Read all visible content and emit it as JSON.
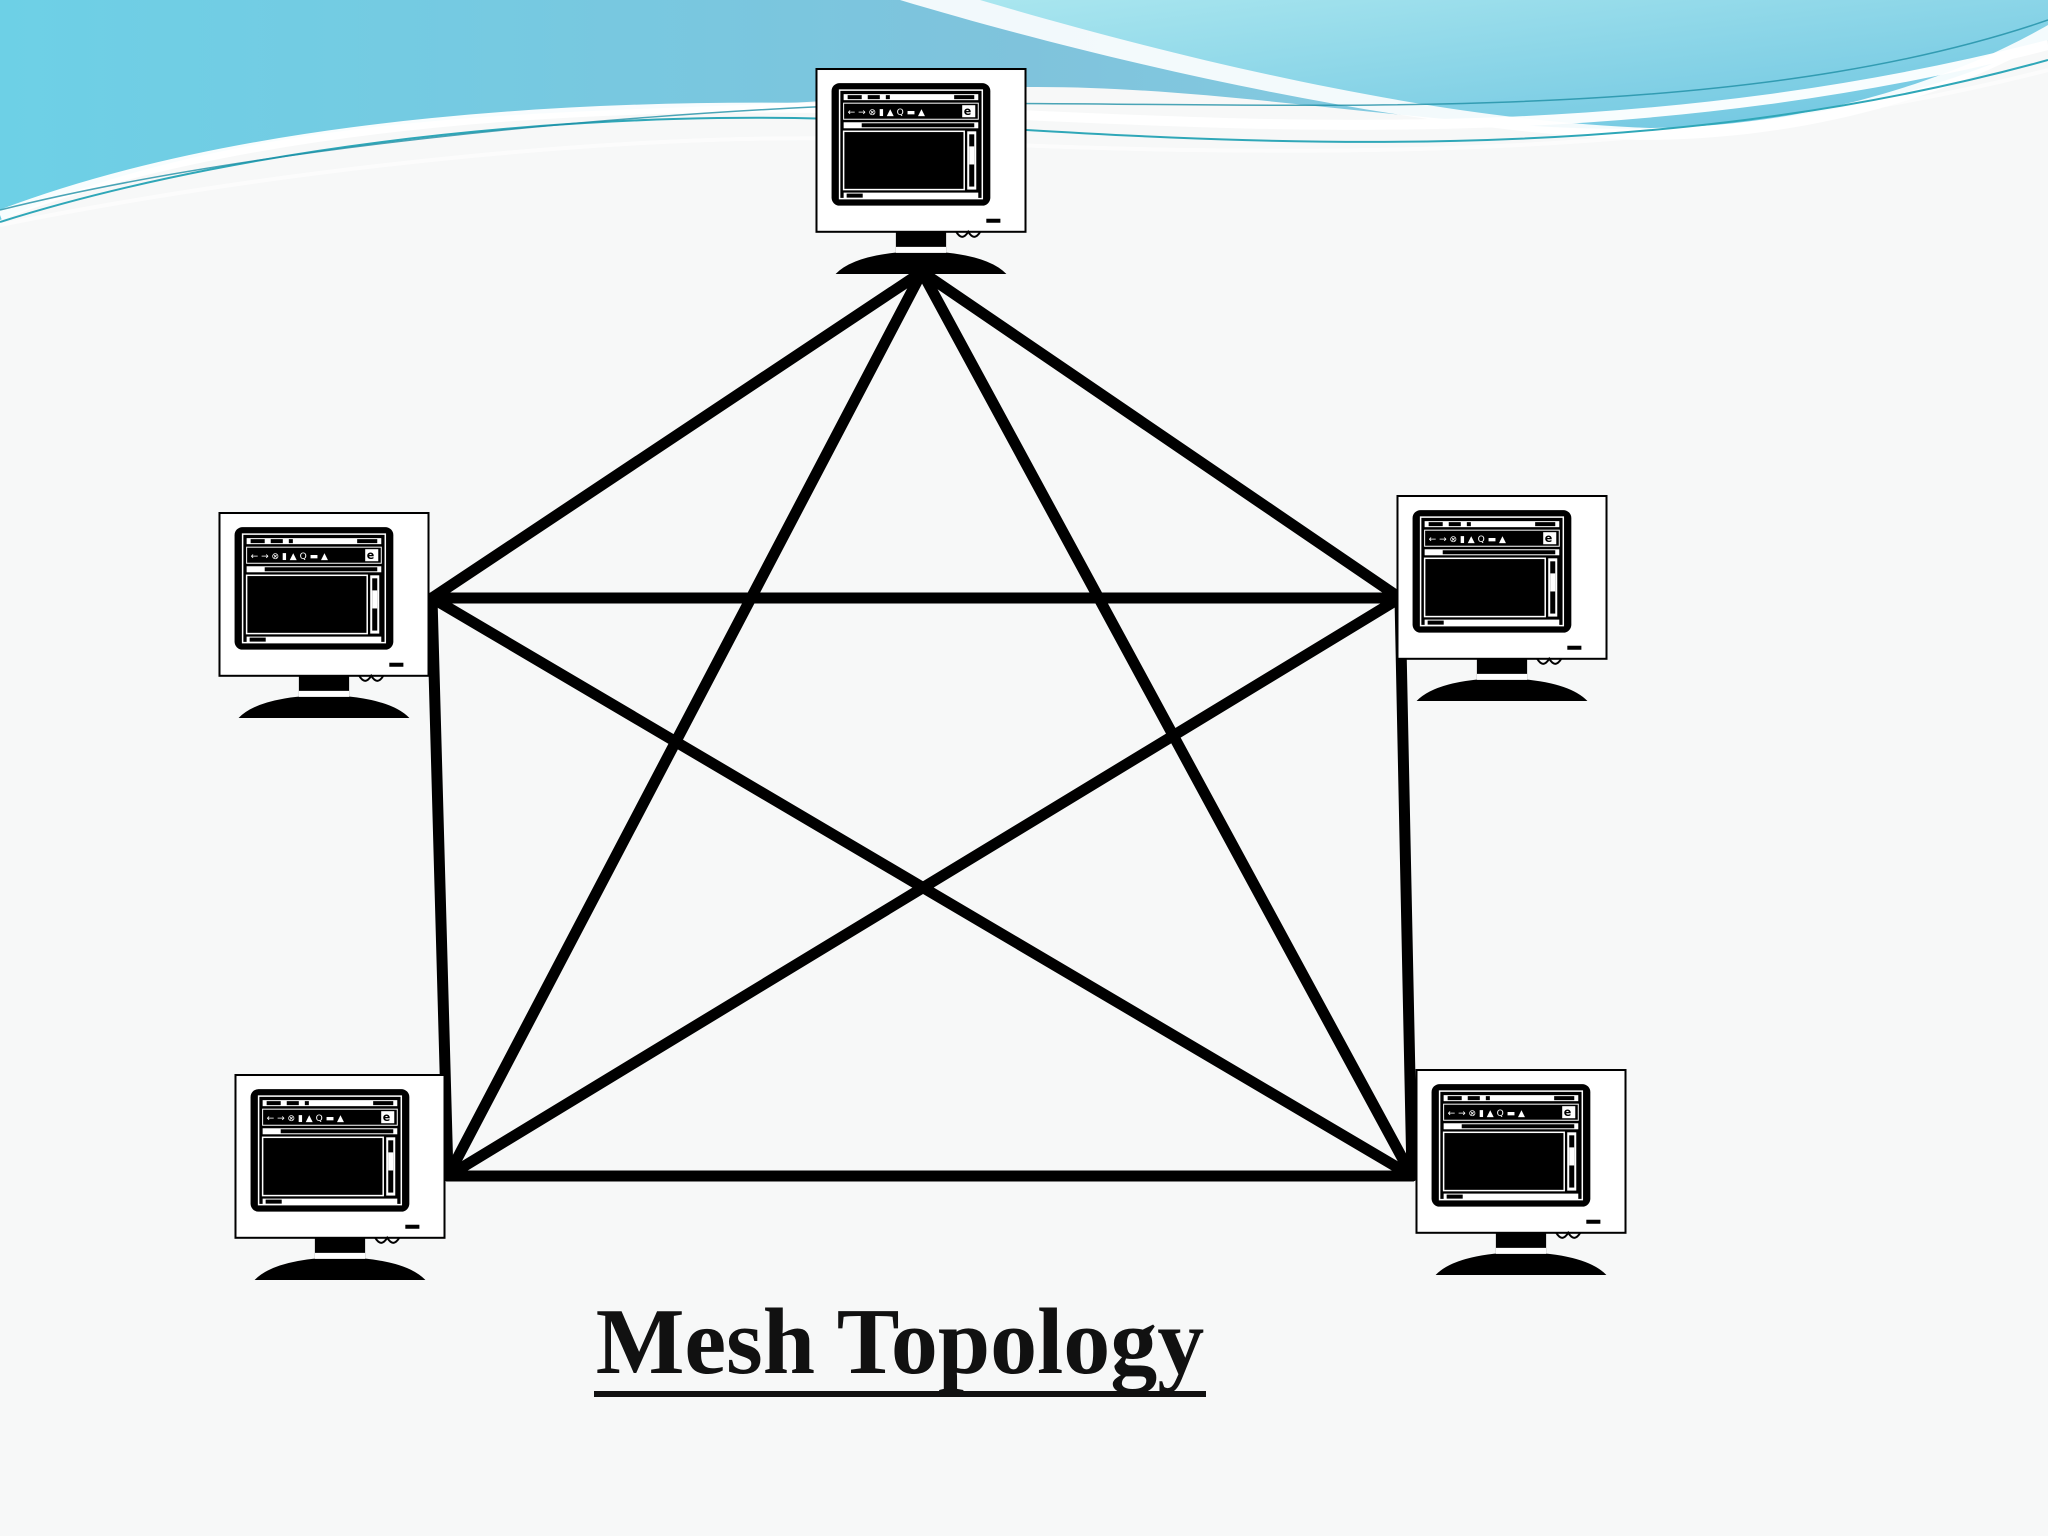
{
  "slide": {
    "title": "Mesh Topology"
  },
  "diagram": {
    "topology": "mesh",
    "nodes": [
      {
        "id": "top",
        "icon": "computer-monitor-icon"
      },
      {
        "id": "left",
        "icon": "computer-monitor-icon"
      },
      {
        "id": "right",
        "icon": "computer-monitor-icon"
      },
      {
        "id": "bottom-left",
        "icon": "computer-monitor-icon"
      },
      {
        "id": "bottom-right",
        "icon": "computer-monitor-icon"
      }
    ],
    "links": [
      [
        "top",
        "left"
      ],
      [
        "top",
        "right"
      ],
      [
        "top",
        "bottom-left"
      ],
      [
        "top",
        "bottom-right"
      ],
      [
        "left",
        "right"
      ],
      [
        "left",
        "bottom-left"
      ],
      [
        "left",
        "bottom-right"
      ],
      [
        "right",
        "bottom-left"
      ],
      [
        "right",
        "bottom-right"
      ],
      [
        "bottom-left",
        "bottom-right"
      ]
    ]
  },
  "colors": {
    "wave_dark": "#5fb9d8",
    "wave_light": "#9fdde9",
    "line": "#000000",
    "background": "#f7f8f8"
  }
}
